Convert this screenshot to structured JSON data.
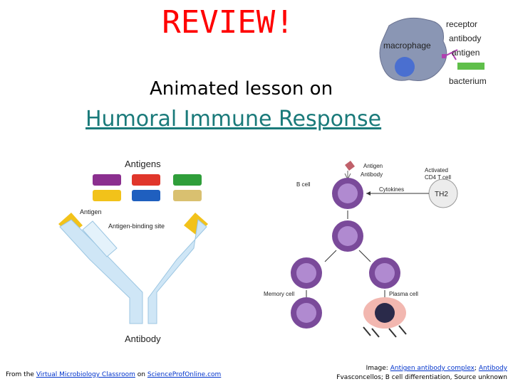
{
  "slide": {
    "title": "REVIEW!",
    "subtitle": "Animated lesson on",
    "link_title": "Humoral Immune Response"
  },
  "macrophage_diagram": {
    "labels": {
      "receptor": "receptor",
      "antibody": "antibody",
      "antigen": "antigen",
      "macrophage": "macrophage",
      "bacterium": "bacterium"
    }
  },
  "antibody_diagram": {
    "labels": {
      "antigens": "Antigens",
      "antigen": "Antigen",
      "binding_site": "Antigen-binding site",
      "antibody": "Antibody"
    },
    "colors": [
      "#8b2f8f",
      "#e0362b",
      "#2f9e3a",
      "#f2c21a",
      "#1f5fbf",
      "#d9c070"
    ]
  },
  "bcell_diagram": {
    "labels": {
      "antigen": "Antigen",
      "antibody": "Antibody",
      "b_cell": "B cell",
      "activated": "Activated",
      "cd4": "CD4 T cell",
      "cytokines": "Cytokines",
      "th2": "TH2",
      "memory_cell": "Memory cell",
      "plasma_cell": "Plasma cell"
    }
  },
  "credits": {
    "left_prefix": "From the",
    "left_link1": "Virtual Microbiology Classroom",
    "left_mid": "on",
    "left_link2": "ScienceProfOnline.com",
    "right_prefix": "Image:",
    "right_link1": "Antigen antibody complex",
    "right_sep": ";",
    "right_link2": "Antibody",
    "right_line2": "Fvasconcellos; B cell differentiation, Source unknown"
  }
}
